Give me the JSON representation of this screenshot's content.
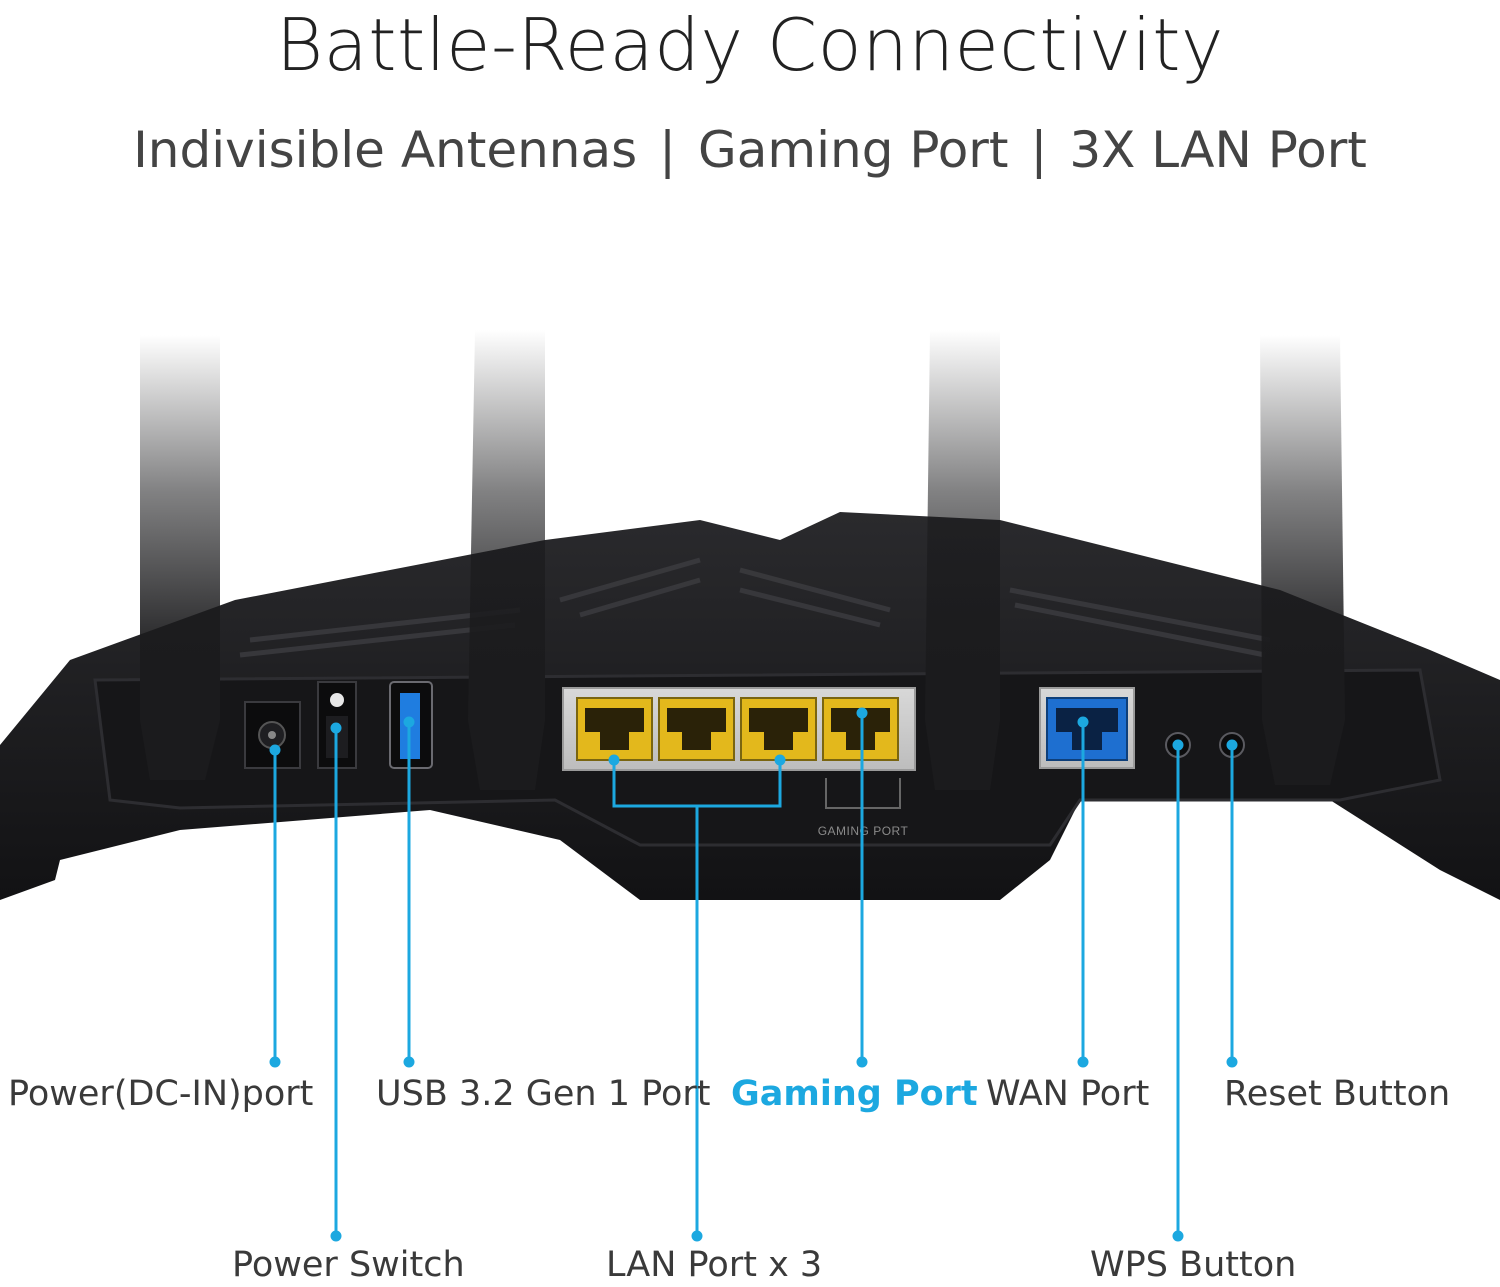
{
  "title": "Battle-Ready Connectivity",
  "subtitle": {
    "items": [
      "Indivisible Antennas",
      "Gaming Port",
      "3X LAN Port"
    ],
    "separator": "|"
  },
  "device": {
    "gaming_port_caption": "GAMING PORT"
  },
  "callouts": {
    "power_dc_in": "Power(DC-IN)port",
    "usb": "USB 3.2 Gen 1 Port",
    "gaming_port": "Gaming Port",
    "wan_port": "WAN Port",
    "reset_button": "Reset Button",
    "power_switch": "Power Switch",
    "lan_ports": "LAN Port x 3",
    "wps_button": "WPS Button"
  },
  "colors": {
    "accent": "#1ca8e0",
    "lan_port": "#e3b81c",
    "wan_port": "#1e6fd0",
    "usb_port": "#1f7de0",
    "router_body": "#1b1b1d"
  }
}
